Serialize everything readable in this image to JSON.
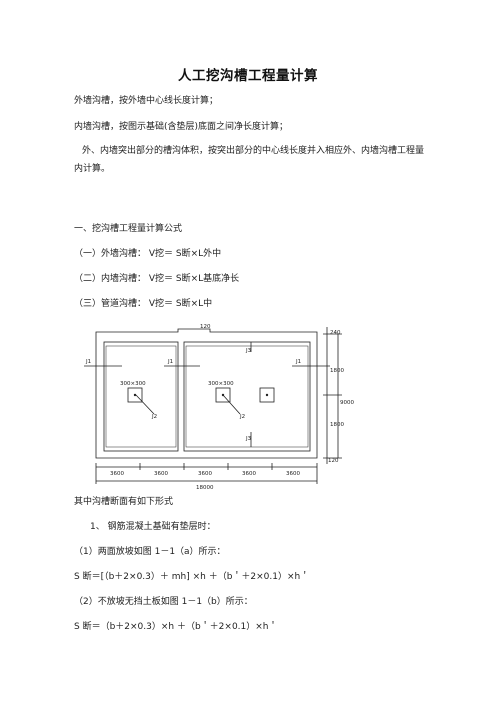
{
  "title": "人工挖沟槽工程量计算",
  "intro": {
    "p1": "外墙沟槽，按外墙中心线长度计算；",
    "p2": "内墙沟槽，按图示基础(含垫层)底面之间净长度计算；",
    "p3": "外、内墙突出部分的槽沟体积，按突出部分的中心线长度并入相应外、内墙沟槽工程量内计算。"
  },
  "section1": {
    "heading": "一、挖沟槽工程量计算公式",
    "items": [
      "（一）外墙沟槽： V挖＝ S断×L外中",
      "（二）内墙沟槽： V挖＝ S断×L基底净长",
      "（三）管道沟槽： V挖＝ S断×L中"
    ]
  },
  "drawing": {
    "labels": {
      "j1_left": "J1",
      "j1_mid": "J1",
      "j1_right": "J1",
      "j2_left": "J2",
      "j2_right": "J2",
      "j3_top": "J3",
      "j3_bottom": "J3",
      "size_left": "300×300",
      "size_right": "300×300",
      "dim_120_top": "120",
      "dim_240": "240",
      "dim_1800_top": "1800",
      "dim_9000": "9000",
      "dim_1800_bottom": "1800",
      "dim_120_bottom": "120",
      "dim_3600_1": "3600",
      "dim_3600_2": "3600",
      "dim_3600_3": "3600",
      "dim_3600_4": "3600",
      "dim_3600_5": "3600",
      "dim_18000": "18000"
    }
  },
  "section2": {
    "caption": "其中沟槽断面有如下形式",
    "sub1": "1、  钢筋混凝土基础有垫层时：",
    "case1": "（1）两面放坡如图 1－1（a）所示：",
    "formula1": "S 断＝[（b＋2×0.3）＋ mh] ×h ＋（b＇＋2×0.1）×h＇",
    "case2": "（2）不放坡无挡土板如图 1－1（b）所示：",
    "formula2": "S 断＝（b＋2×0.3）×h ＋（b＇＋2×0.1）×h＇"
  }
}
